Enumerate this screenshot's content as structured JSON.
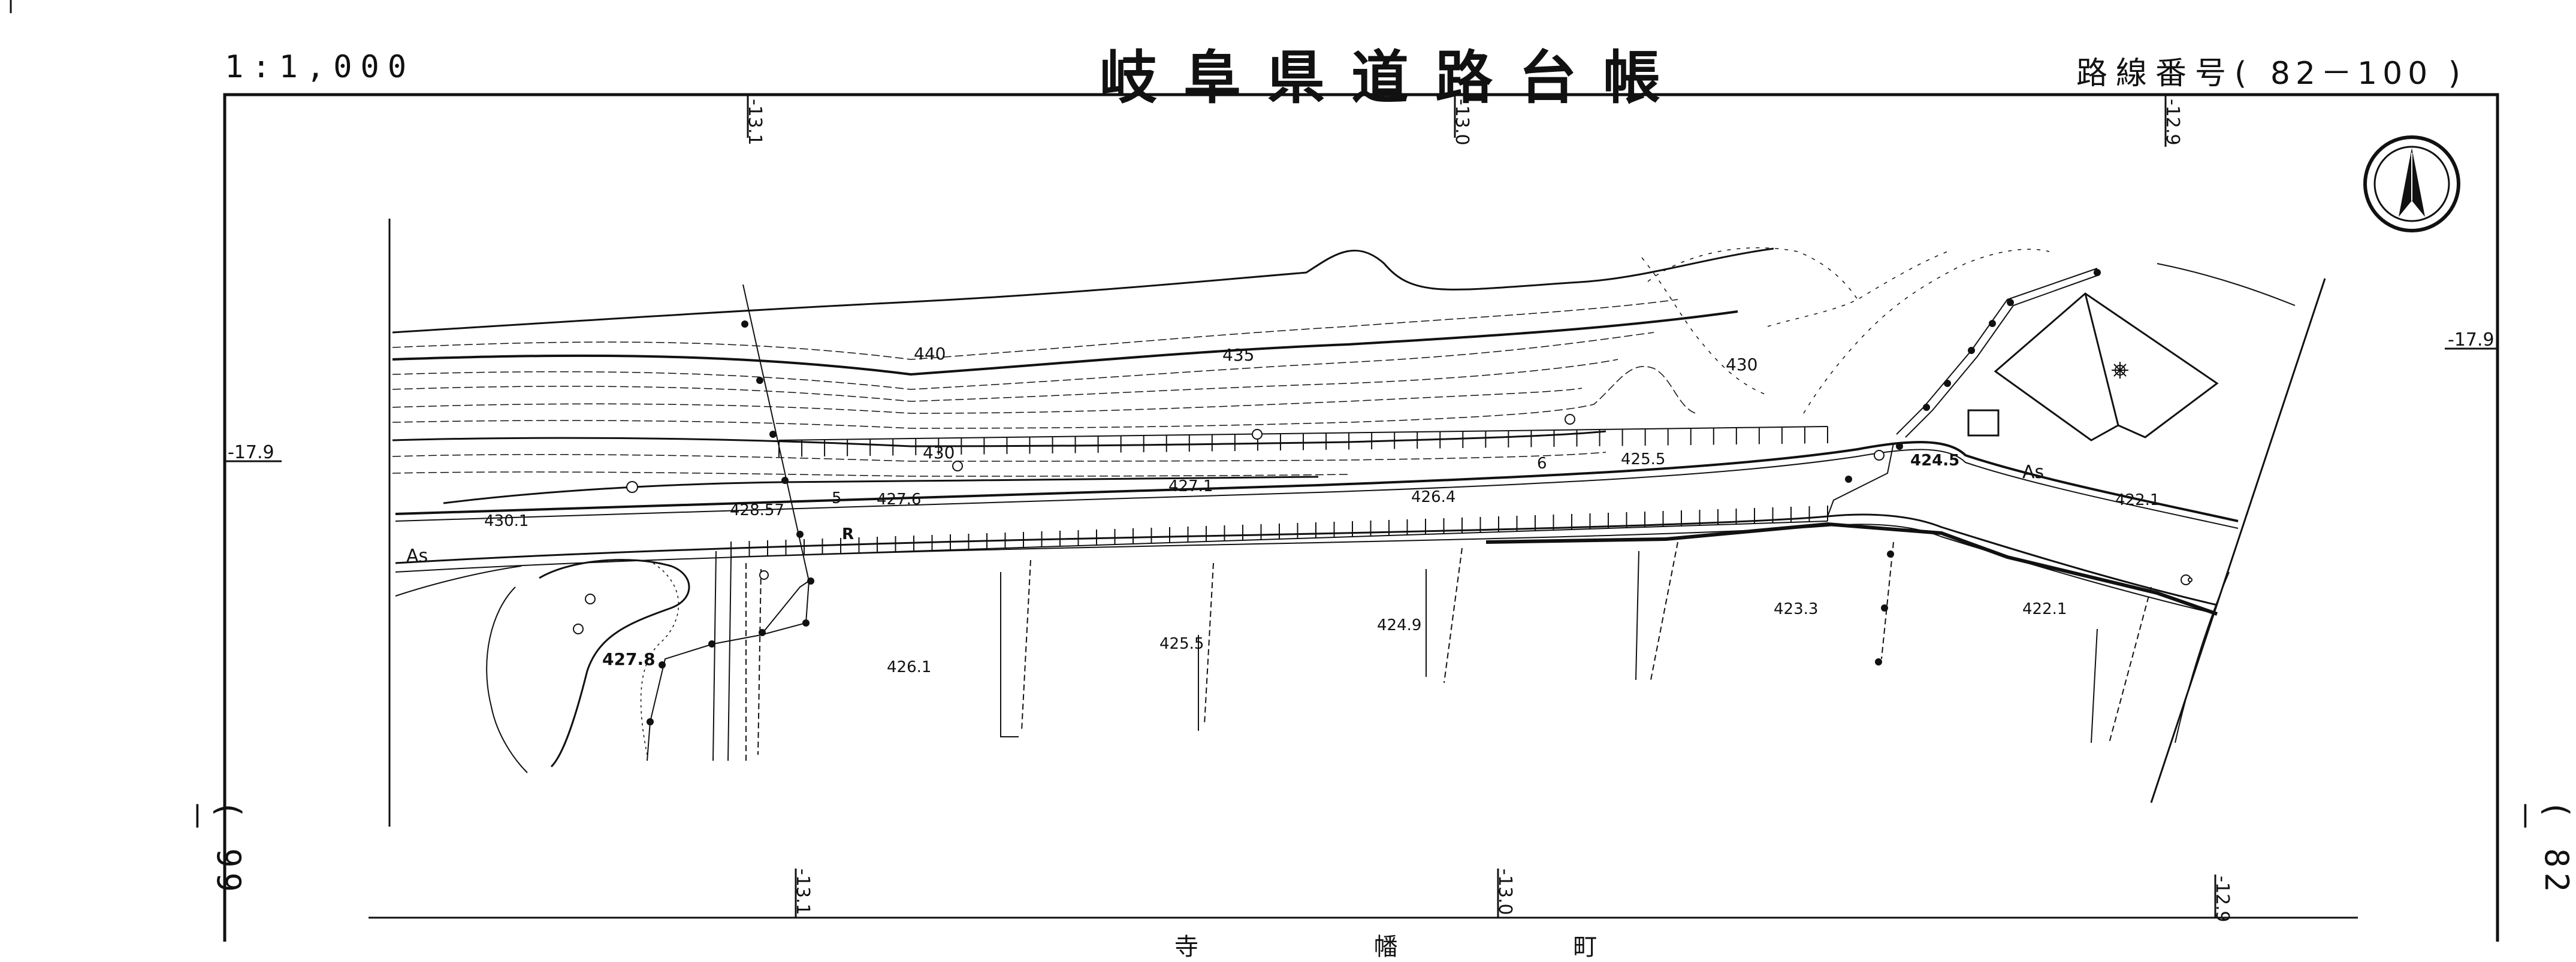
{
  "header": {
    "scale": "1:1,000",
    "title": "岐阜県道路台帳",
    "route_label": "路線番号(",
    "route_number": "82－100 )"
  },
  "side_labels": {
    "left": "( 99 －",
    "right": "( 82 －"
  },
  "grid_labels": {
    "top": [
      "-13.1",
      "-13.0",
      "-12.9"
    ],
    "bottom": [
      "-13.1",
      "-13.0",
      "-12.9"
    ],
    "left": "-17.9",
    "right": "-17.9"
  },
  "contour_labels": [
    "440",
    "435",
    "430",
    "430"
  ],
  "spot_elevations": [
    "430.1",
    "428.57",
    "427.6",
    "427.1",
    "426.4",
    "425.5",
    "424.5",
    "422.1",
    "427.8",
    "426.1",
    "425.5",
    "424.9",
    "423.3",
    "422.1"
  ],
  "station_labels": [
    "5",
    "6"
  ],
  "road_labels": [
    "As",
    "As",
    "R"
  ],
  "bottom_text": "寺 幡 町",
  "icons": {
    "north": "north-arrow-icon"
  },
  "colors": {
    "ink": "#111111",
    "paper": "#ffffff"
  }
}
